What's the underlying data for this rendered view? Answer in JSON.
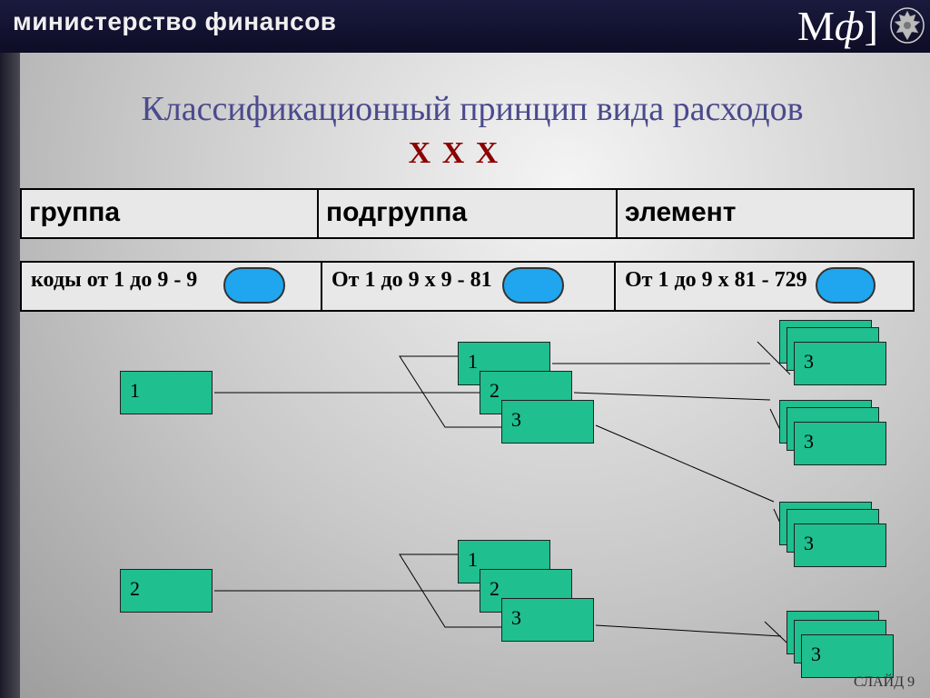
{
  "header": {
    "title": "министерство финансов",
    "logo_left": "М",
    "logo_mid": "ф",
    "logo_right": "]"
  },
  "slide": {
    "title": "Классификационный принцип вида расходов",
    "subtitle": "X X X",
    "columns": [
      "группа",
      "подгруппа",
      "элемент"
    ],
    "codes": [
      {
        "text": "коды от 1 до 9 - 9"
      },
      {
        "text": "От 1 до 9 х 9 - 81"
      },
      {
        "text": "От 1 до 9 х 81 - 729"
      }
    ],
    "slide_number": "СЛАЙД 9"
  },
  "diagram": {
    "groups": [
      "1",
      "2"
    ],
    "subgroup_labels": [
      "1",
      "2",
      "3"
    ],
    "element_label": "3"
  },
  "colors": {
    "box_fill": "#1fbf8f",
    "oval_fill": "#1fa6ee",
    "title": "#4a4a8e",
    "subtitle": "#8b0000"
  }
}
